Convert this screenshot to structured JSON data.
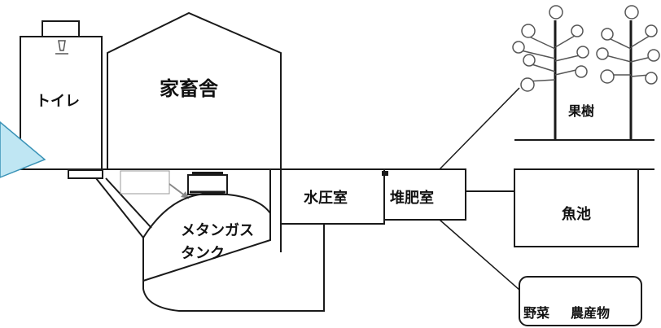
{
  "labels": {
    "toilet": "トイレ",
    "livestock_barn": "家畜舎",
    "fruit_trees": "果樹",
    "water_pressure_room": "水圧室",
    "compost_room": "堆肥室",
    "fish_pond": "魚池",
    "methane_tank_line1": "メタンガス",
    "methane_tank_line2": "タンク",
    "vegetables": "野菜",
    "farm_products": "農産物"
  },
  "colors": {
    "line": "#1a1a1a",
    "pointer_fill": "#bfe6f3",
    "pointer_stroke": "#3a93b7"
  }
}
